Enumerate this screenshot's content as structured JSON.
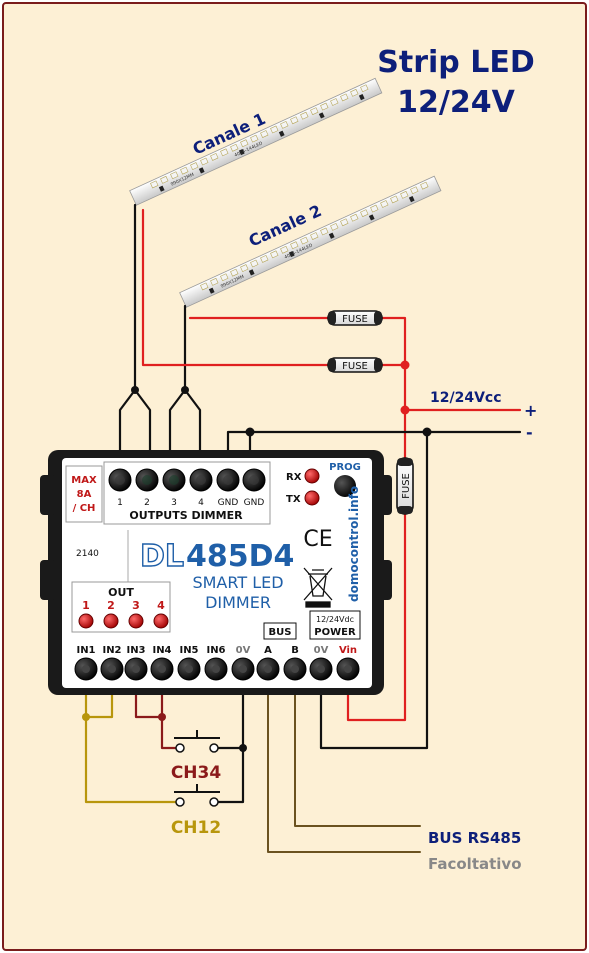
{
  "title": {
    "line1": "Strip LED",
    "line2": "12/24V"
  },
  "strips": [
    {
      "label": "Canale 1",
      "print_a": "990X12MM",
      "print_b": "4014-144LED"
    },
    {
      "label": "Canale 2",
      "print_a": "990X12MM",
      "print_b": "4014-144LED"
    }
  ],
  "fuses": [
    "FUSE",
    "FUSE",
    "FUSE"
  ],
  "power": {
    "label": "12/24Vcc",
    "plus": "+",
    "minus": "-"
  },
  "device": {
    "model_prefix": "DL",
    "model_suffix": "485D4",
    "subtitle1": "SMART LED",
    "subtitle2": "DIMMER",
    "website": "domocontrol.info",
    "ce": "CE",
    "serial": "2140",
    "max": [
      "MAX",
      "8A",
      "/ CH"
    ],
    "out_terminals": [
      "1",
      "2",
      "3",
      "4",
      "GND",
      "GND"
    ],
    "outputs_title": "OUTPUTS DIMMER",
    "rx": "RX",
    "tx": "TX",
    "prog": "PROG",
    "out_title": "OUT",
    "out_leds": [
      "1",
      "2",
      "3",
      "4"
    ],
    "bus_label": "BUS",
    "power_top": "12/24Vdc",
    "power_label": "POWER",
    "bottom_terminals": [
      "IN1",
      "IN2",
      "IN3",
      "IN4",
      "IN5",
      "IN6",
      "0V",
      "A",
      "B",
      "0V",
      "Vin"
    ]
  },
  "switches": [
    {
      "label": "CH34",
      "color": "#8b1a1a"
    },
    {
      "label": "CH12",
      "color": "#b8960c"
    }
  ],
  "bus_text": "BUS RS485",
  "optional_text": "Facoltativo",
  "colors": {
    "background": "#fdf0d5",
    "border": "#7a1c1c",
    "title": "#0d1f7a",
    "red_wire": "#e02020",
    "black_wire": "#111111",
    "gold_wire": "#b8960c",
    "darkred_wire": "#8b1a1a",
    "olive_wire": "#6b5220",
    "blue_model": "#1f5fa8",
    "grey_text": "#888888"
  }
}
